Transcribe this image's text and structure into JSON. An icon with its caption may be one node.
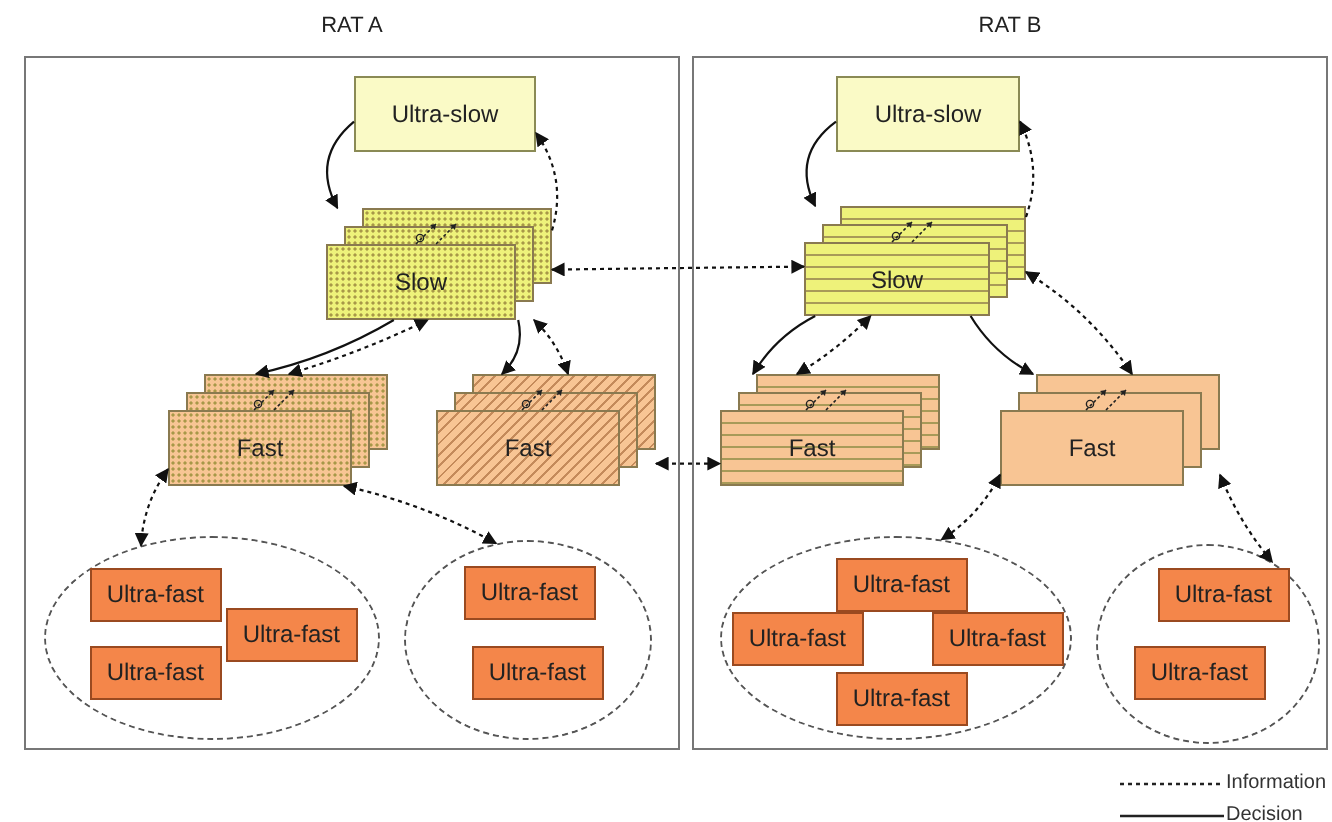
{
  "diagram": {
    "nodes": [
      {
        "text": [
          "RAT A"
        ]
      },
      {
        "text": [
          "Ultra-slow"
        ],
        "in": 0
      },
      {
        "text": [
          "Slow"
        ],
        "in": 0
      },
      {
        "text": [
          "Fast"
        ],
        "in": 0
      },
      {
        "text": [
          "Fast"
        ],
        "in": 0
      },
      {
        "text": [],
        "shape": "ellipse",
        "in": 0
      },
      {
        "text": [
          "Ultra-fast"
        ],
        "in": 5
      },
      {
        "text": [
          "Ultra-fast"
        ],
        "in": 5
      },
      {
        "text": [
          "Ultra-fast"
        ],
        "in": 5
      },
      {
        "text": [],
        "shape": "ellipse",
        "in": 0
      },
      {
        "text": [
          "Ultra-fast"
        ],
        "in": 9
      },
      {
        "text": [
          "Ultra-fast"
        ],
        "in": 9
      },
      {
        "text": [
          "RAT B"
        ]
      },
      {
        "text": [
          "Ultra-slow"
        ],
        "in": 12
      },
      {
        "text": [
          "Slow"
        ],
        "in": 12
      },
      {
        "text": [
          "Fast"
        ],
        "in": 12
      },
      {
        "text": [
          "Fast"
        ],
        "in": 12
      },
      {
        "text": [],
        "shape": "ellipse",
        "in": 12
      },
      {
        "text": [
          "Ultra-fast"
        ],
        "in": 17
      },
      {
        "text": [
          "Ultra-fast"
        ],
        "in": 17
      },
      {
        "text": [
          "Ultra-fast"
        ],
        "in": 17
      },
      {
        "text": [
          "Ultra-fast"
        ],
        "in": 17
      },
      {
        "text": [],
        "shape": "ellipse",
        "in": 12
      },
      {
        "text": [
          "Ultra-fast"
        ],
        "in": 22
      },
      {
        "text": [
          "Ultra-fast"
        ],
        "in": 22
      }
    ],
    "edges": [
      {
        "from": 1,
        "to": 2,
        "arrow": "to"
      },
      {
        "from": 2,
        "to": 1,
        "arrow": "to",
        "style": "dashed"
      },
      {
        "from": 2,
        "to": 3,
        "arrow": "to"
      },
      {
        "from": 3,
        "to": 2,
        "arrow": "both",
        "style": "dashed"
      },
      {
        "from": 2,
        "to": 4,
        "arrow": "to"
      },
      {
        "from": 4,
        "to": 2,
        "arrow": "both",
        "style": "dashed"
      },
      {
        "from": 2,
        "to": 14,
        "arrow": "both",
        "style": "dashed"
      },
      {
        "from": 4,
        "to": 15,
        "arrow": "both",
        "style": "dashed"
      },
      {
        "from": 3,
        "to": 5,
        "arrow": "both",
        "style": "dashed"
      },
      {
        "from": 3,
        "to": 9,
        "arrow": "both",
        "style": "dashed"
      },
      {
        "from": 13,
        "to": 14,
        "arrow": "to"
      },
      {
        "from": 14,
        "to": 13,
        "arrow": "to",
        "style": "dashed"
      },
      {
        "from": 14,
        "to": 15,
        "arrow": "to"
      },
      {
        "from": 15,
        "to": 14,
        "arrow": "both",
        "style": "dashed"
      },
      {
        "from": 14,
        "to": 16,
        "arrow": "to"
      },
      {
        "from": 14,
        "to": 16,
        "arrow": "both",
        "style": "dashed"
      },
      {
        "from": 16,
        "to": 17,
        "arrow": "both",
        "style": "dashed"
      },
      {
        "from": 16,
        "to": 22,
        "arrow": "both",
        "style": "dashed"
      }
    ],
    "legend": [
      {
        "text": "Information"
      },
      {
        "text": "Decision"
      }
    ]
  }
}
